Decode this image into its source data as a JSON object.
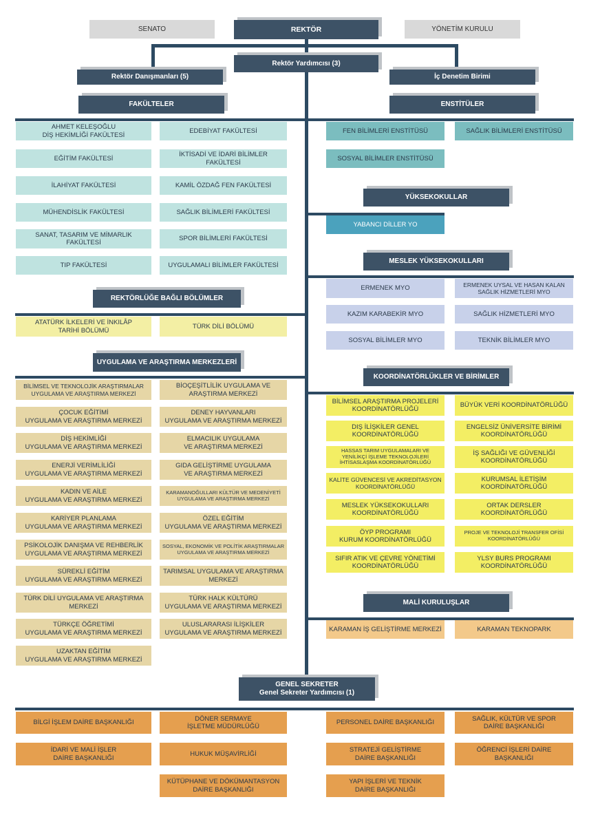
{
  "top": {
    "senato": "SENATO",
    "rektor": "REKTÖR",
    "yonetim": "YÖNETİM KURULU",
    "rektor_yardimcisi": "Rektör Yardımcısı (3)",
    "danismanlar": "Rektör Danışmanları (5)",
    "ic_denetim": "İç Denetim Birimi"
  },
  "headers": {
    "fakulteler": "FAKÜLTELER",
    "enstituler": "ENSTİTÜLER",
    "yuksekokullar": "YÜKSEKOKULLAR",
    "meslek_yuksekokullari": "MESLEK YÜKSEKOKULLARI",
    "rektorluge_bagli": "REKTÖRLÜĞE BAĞLI BÖLÜMLER",
    "uygulama_arastirma": "UYGULAMA VE ARAŞTIRMA MERKEZLERİ",
    "koordinatorlukler": "KOORDİNATÖRLÜKLER VE BİRİMLER",
    "mali": "MALİ KURULUŞLAR",
    "genel_sekreter": "GENEL SEKRETER\nGenel Sekreter Yardımcısı (1)"
  },
  "fakulteler": [
    "AHMET KELEŞOĞLU\nDİŞ HEKİMLİĞİ FAKÜLTESİ",
    "EDEBİYAT FAKÜLTESİ",
    "EĞİTİM FAKÜLTESİ",
    "İKTİSADİ VE İDARİ BİLİMLER FAKÜLTESİ",
    "İLAHİYAT FAKÜLTESİ",
    "KAMİL ÖZDAĞ FEN FAKÜLTESİ",
    "MÜHENDİSLİK FAKÜLTESİ",
    "SAĞLIK BİLİMLERİ FAKÜLTESİ",
    "SANAT, TASARIM VE MİMARLIK\nFAKÜLTESİ",
    "SPOR BİLİMLERİ FAKÜLTESİ",
    "TIP FAKÜLTESİ",
    "UYGULAMALI BİLİMLER FAKÜLTESİ"
  ],
  "enstituler": [
    "FEN BİLİMLERİ ENSTİTÜSÜ",
    "SAĞLIK BİLİMLERİ ENSTİTÜSÜ",
    "SOSYAL BİLİMLER ENSTİTÜSÜ"
  ],
  "yuksekokullar": [
    "YABANCI DİLLER YO"
  ],
  "myo": [
    "ERMENEK MYO",
    "ERMENEK UYSAL VE HASAN KALAN\nSAĞLIK HİZMETLERİ MYO",
    "KAZIM KARABEKİR MYO",
    "SAĞLIK HİZMETLERİ MYO",
    "SOSYAL BİLİMLER MYO",
    "TEKNİK BİLİMLER MYO"
  ],
  "bagli_bolumler": [
    "ATATÜRK İLKELERİ VE İNKILÂP\nTARİHİ BÖLÜMÜ",
    "TÜRK DİLİ BÖLÜMÜ"
  ],
  "merkezler": [
    "BİLİMSEL VE TEKNOLOJİK ARAŞTIRMALAR\nUYGULAMA VE ARAŞTIRMA MERKEZİ",
    "BİOÇEŞİTLİLİK UYGULAMA VE\nARAŞTIRMA MERKEZİ",
    "ÇOCUK EĞİTİMİ\nUYGULAMA VE ARAŞTIRMA MERKEZİ",
    "DENEY HAYVANLARI\nUYGULAMA VE ARAŞTIRMA MERKEZİ",
    "DİŞ HEKİMLİĞİ\nUYGULAMA VE ARAŞTIRMA MERKEZİ",
    "ELMACILIK UYGULAMA\nVE ARAŞTIRMA MERKEZİ",
    "ENERJİ VERİMLİLİĞİ\nUYGULAMA VE ARAŞTIRMA MERKEZİ",
    "GIDA GELİŞTİRME UYGULAMA\nVE ARAŞTIRMA MERKEZİ",
    "KADIN VE AİLE\nUYGULAMA VE ARAŞTIRMA MERKEZİ",
    "KARAMANOĞULLARI KÜLTÜR VE MEDENİYETİ\nUYGULAMA VE ARAŞTIRMA MERKEZİ",
    "KARİYER PLANLAMA\nUYGULAMA VE ARAŞTIRMA MERKEZİ",
    "ÖZEL EĞİTİM\nUYGULAMA VE ARAŞTIRMA MERKEZİ",
    "PSİKOLOJİK DANIŞMA VE REHBERLİK\nUYGULAMA VE ARAŞTIRMA MERKEZİ",
    "SOSYAL, EKONOMİK VE POLİTİK ARAŞTIRMALAR\nUYGULAMA VE ARAŞTIRMA MERKEZİ",
    "SÜREKLİ EĞİTİM\nUYGULAMA VE ARAŞTIRMA MERKEZİ",
    "TARIMSAL UYGULAMA VE ARAŞTIRMA\nMERKEZİ",
    "TÜRK DİLİ UYGULAMA VE ARAŞTIRMA\nMERKEZİ",
    "TÜRK HALK KÜLTÜRÜ\nUYGULAMA VE ARAŞTIRMA MERKEZİ",
    "TÜRKÇE ÖĞRETİMİ\nUYGULAMA VE ARAŞTIRMA MERKEZİ",
    "ULUSLARARASI İLİŞKİLER\nUYGULAMA VE ARAŞTIRMA MERKEZİ",
    "UZAKTAN EĞİTİM\nUYGULAMA VE ARAŞTIRMA MERKEZİ"
  ],
  "koordinatorlukler": [
    "BİLİMSEL ARAŞTIRMA PROJELERİ\nKOORDİNATÖRLÜĞÜ",
    "BÜYÜK VERİ KOORDİNATÖRLÜĞÜ",
    "DIŞ İLİŞKİLER GENEL\nKOORDİNATÖRLÜĞÜ",
    "ENGELSİZ ÜNİVERSİTE BİRİMİ\nKOORDİNATÖRLÜĞÜ",
    "HASSAS TARIM UYGULAMALARI VE\nYENİLİKÇİ İŞLEME TEKNOLOJİLERİ\nİHTİSASLAŞMA KOORDİNATÖRLÜĞÜ",
    "İŞ SAĞLIĞI VE GÜVENLİĞİ\nKOORDİNATÖRLÜĞÜ",
    "KALİTE GÜVENCESİ VE AKREDİTASYON\nKOORDİNATÖRLÜĞÜ",
    "KURUMSAL İLETİŞİM\nKOORDİNATÖRLÜĞÜ",
    "MESLEK YÜKSEKOKULLARI\nKOORDİNATÖRLÜĞÜ",
    "ORTAK DERSLER\nKOORDİNATÖRLÜĞÜ",
    "ÖYP PROGRAMI\nKURUM KOORDİNATÖRLÜĞÜ",
    "PROJE VE TEKNOLOJİ TRANSFER OFİSİ\nKOORDİNATÖRLÜĞÜ",
    "SIFIR ATIK VE ÇEVRE YÖNETİMİ\nKOORDİNATÖRLÜĞÜ",
    "YLSY BURS PROGRAMI\nKOORDİNATÖRLÜĞÜ"
  ],
  "mali": [
    "KARAMAN İŞ GELİŞTİRME MERKEZİ",
    "KARAMAN TEKNOPARK"
  ],
  "daireler": [
    "BİLGİ İŞLEM DAİRE BAŞKANLIĞI",
    "DÖNER SERMAYE\nİŞLETME MÜDÜRLÜĞÜ",
    "PERSONEL DAİRE BAŞKANLIĞI",
    "SAĞLIK, KÜLTÜR VE SPOR\nDAİRE BAŞKANLIĞI",
    "İDARİ VE MALİ İŞLER\nDAİRE BAŞKANLIĞI",
    "HUKUK MÜŞAVİRLİĞİ",
    "STRATEJİ GELİŞTİRME\nDAİRE BAŞKANLIĞI",
    "ÖĞRENCİ İŞLERİ DAİRE BAŞKANLIĞI",
    "KÜTÜPHANE VE DÖKÜMANTASYON\nDAİRE BAŞKANLIĞI",
    "YAPI İŞLERİ VE TEKNİK\nDAİRE BAŞKANLIĞI"
  ]
}
